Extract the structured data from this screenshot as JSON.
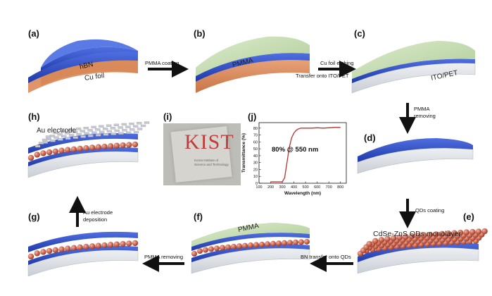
{
  "panels": {
    "a": "(a)",
    "b": "(b)",
    "c": "(c)",
    "d": "(d)",
    "e": "(e)",
    "f": "(f)",
    "g": "(g)",
    "h": "(h)",
    "i": "(i)",
    "j": "(j)"
  },
  "layers": {
    "hbn": "hBN",
    "cu_foil": "Cu foil",
    "pmma_b": "PMMA",
    "ito_pet": "ITO/PET",
    "qds_monolayer": "CdSe-ZnS QDs monolayer",
    "pmma_f": "PMMA",
    "au_electrode": "Au electrode"
  },
  "steps": {
    "a_to_b": "PMMA coating",
    "b_to_c_line1": "Cu foil etching",
    "b_to_c_line2": "Transfer onto ITO/PET",
    "c_to_d_line1": "PMMA",
    "c_to_d_line2": "removing",
    "d_to_e": "QDs coating",
    "e_to_f": "BN transfer onto QDs",
    "f_to_g": "PMMA removing",
    "g_to_h_line1": "Au electrode",
    "g_to_h_line2": "deposition"
  },
  "kist_logo": {
    "letters": "KIST",
    "subtitle_line1": "Korea Institute of",
    "subtitle_line2": "Science and Technology"
  },
  "colors": {
    "hbn_blue": "#2b49c8",
    "cu_orange": "#d9895a",
    "pmma_green": "#a9c98f",
    "qd_red": "#c25a45",
    "au_gray": "#c8c8d2",
    "pet_gray": "#d4d8dd",
    "curve_red": "#b8312f",
    "kist_red": "#c23b3b"
  },
  "chart_data": {
    "type": "line",
    "xlabel": "Wavelength (nm)",
    "ylabel": "Transmittance (%)",
    "annotation": "80% @ 550 nm",
    "xlim": [
      100,
      850
    ],
    "ylim": [
      0,
      88
    ],
    "xticks": [
      100,
      200,
      300,
      400,
      500,
      600,
      700,
      800
    ],
    "yticks": [
      0,
      10,
      20,
      30,
      40,
      50,
      60,
      70,
      80
    ],
    "series": [
      {
        "x": [
          200,
          250,
          300,
          320,
          340,
          360,
          380,
          400,
          420,
          440,
          460,
          500,
          550,
          600,
          650,
          700,
          750,
          800
        ],
        "y": [
          2,
          2,
          2,
          8,
          30,
          52,
          66,
          73,
          77,
          79,
          80,
          80,
          80,
          80.5,
          80,
          80.5,
          81,
          81
        ]
      }
    ]
  }
}
